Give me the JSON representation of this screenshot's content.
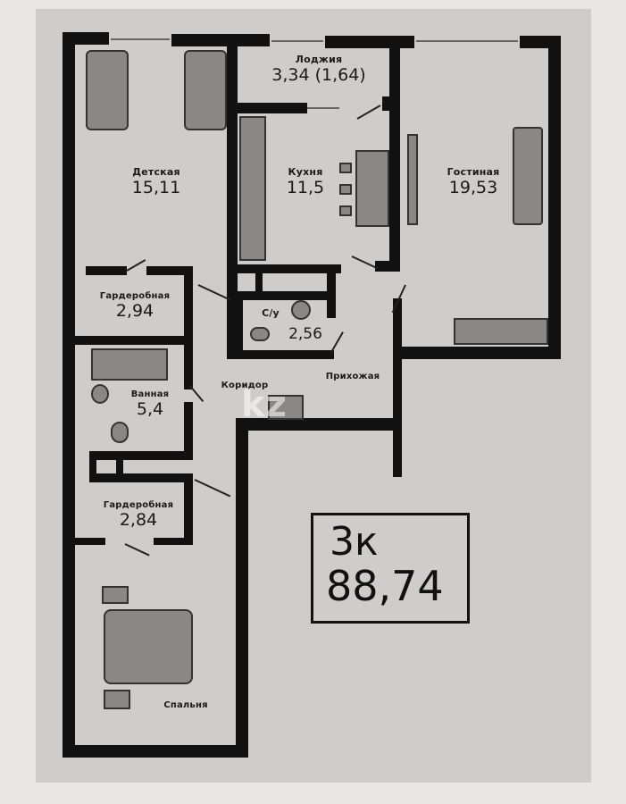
{
  "plan": {
    "type": "apartment floor plan",
    "watermark": "kz",
    "summary": {
      "rooms_label": "3к",
      "total_area": "88,74"
    },
    "rooms": [
      {
        "id": "loggia",
        "name": "Лоджия",
        "area": "3,34 (1,64)"
      },
      {
        "id": "kids",
        "name": "Детская",
        "area": "15,11"
      },
      {
        "id": "kitchen",
        "name": "Кухня",
        "area": "11,5"
      },
      {
        "id": "living",
        "name": "Гостиная",
        "area": "19,53"
      },
      {
        "id": "wardrobe1",
        "name": "Гардеробная",
        "area": "2,94"
      },
      {
        "id": "wc",
        "name": "С/у",
        "area": "2,56"
      },
      {
        "id": "bath",
        "name": "Ванная",
        "area": "5,4"
      },
      {
        "id": "corridor",
        "name": "Коридор"
      },
      {
        "id": "hall",
        "name": "Прихожая"
      },
      {
        "id": "wardrobe2",
        "name": "Гардеробная",
        "area": "2,84"
      },
      {
        "id": "bedroom",
        "name": "Спальня"
      }
    ],
    "colors": {
      "paper": "#cfcdcb",
      "walls": "#111111",
      "furniture": "#8a8887",
      "border": "#e9e7e4"
    }
  }
}
